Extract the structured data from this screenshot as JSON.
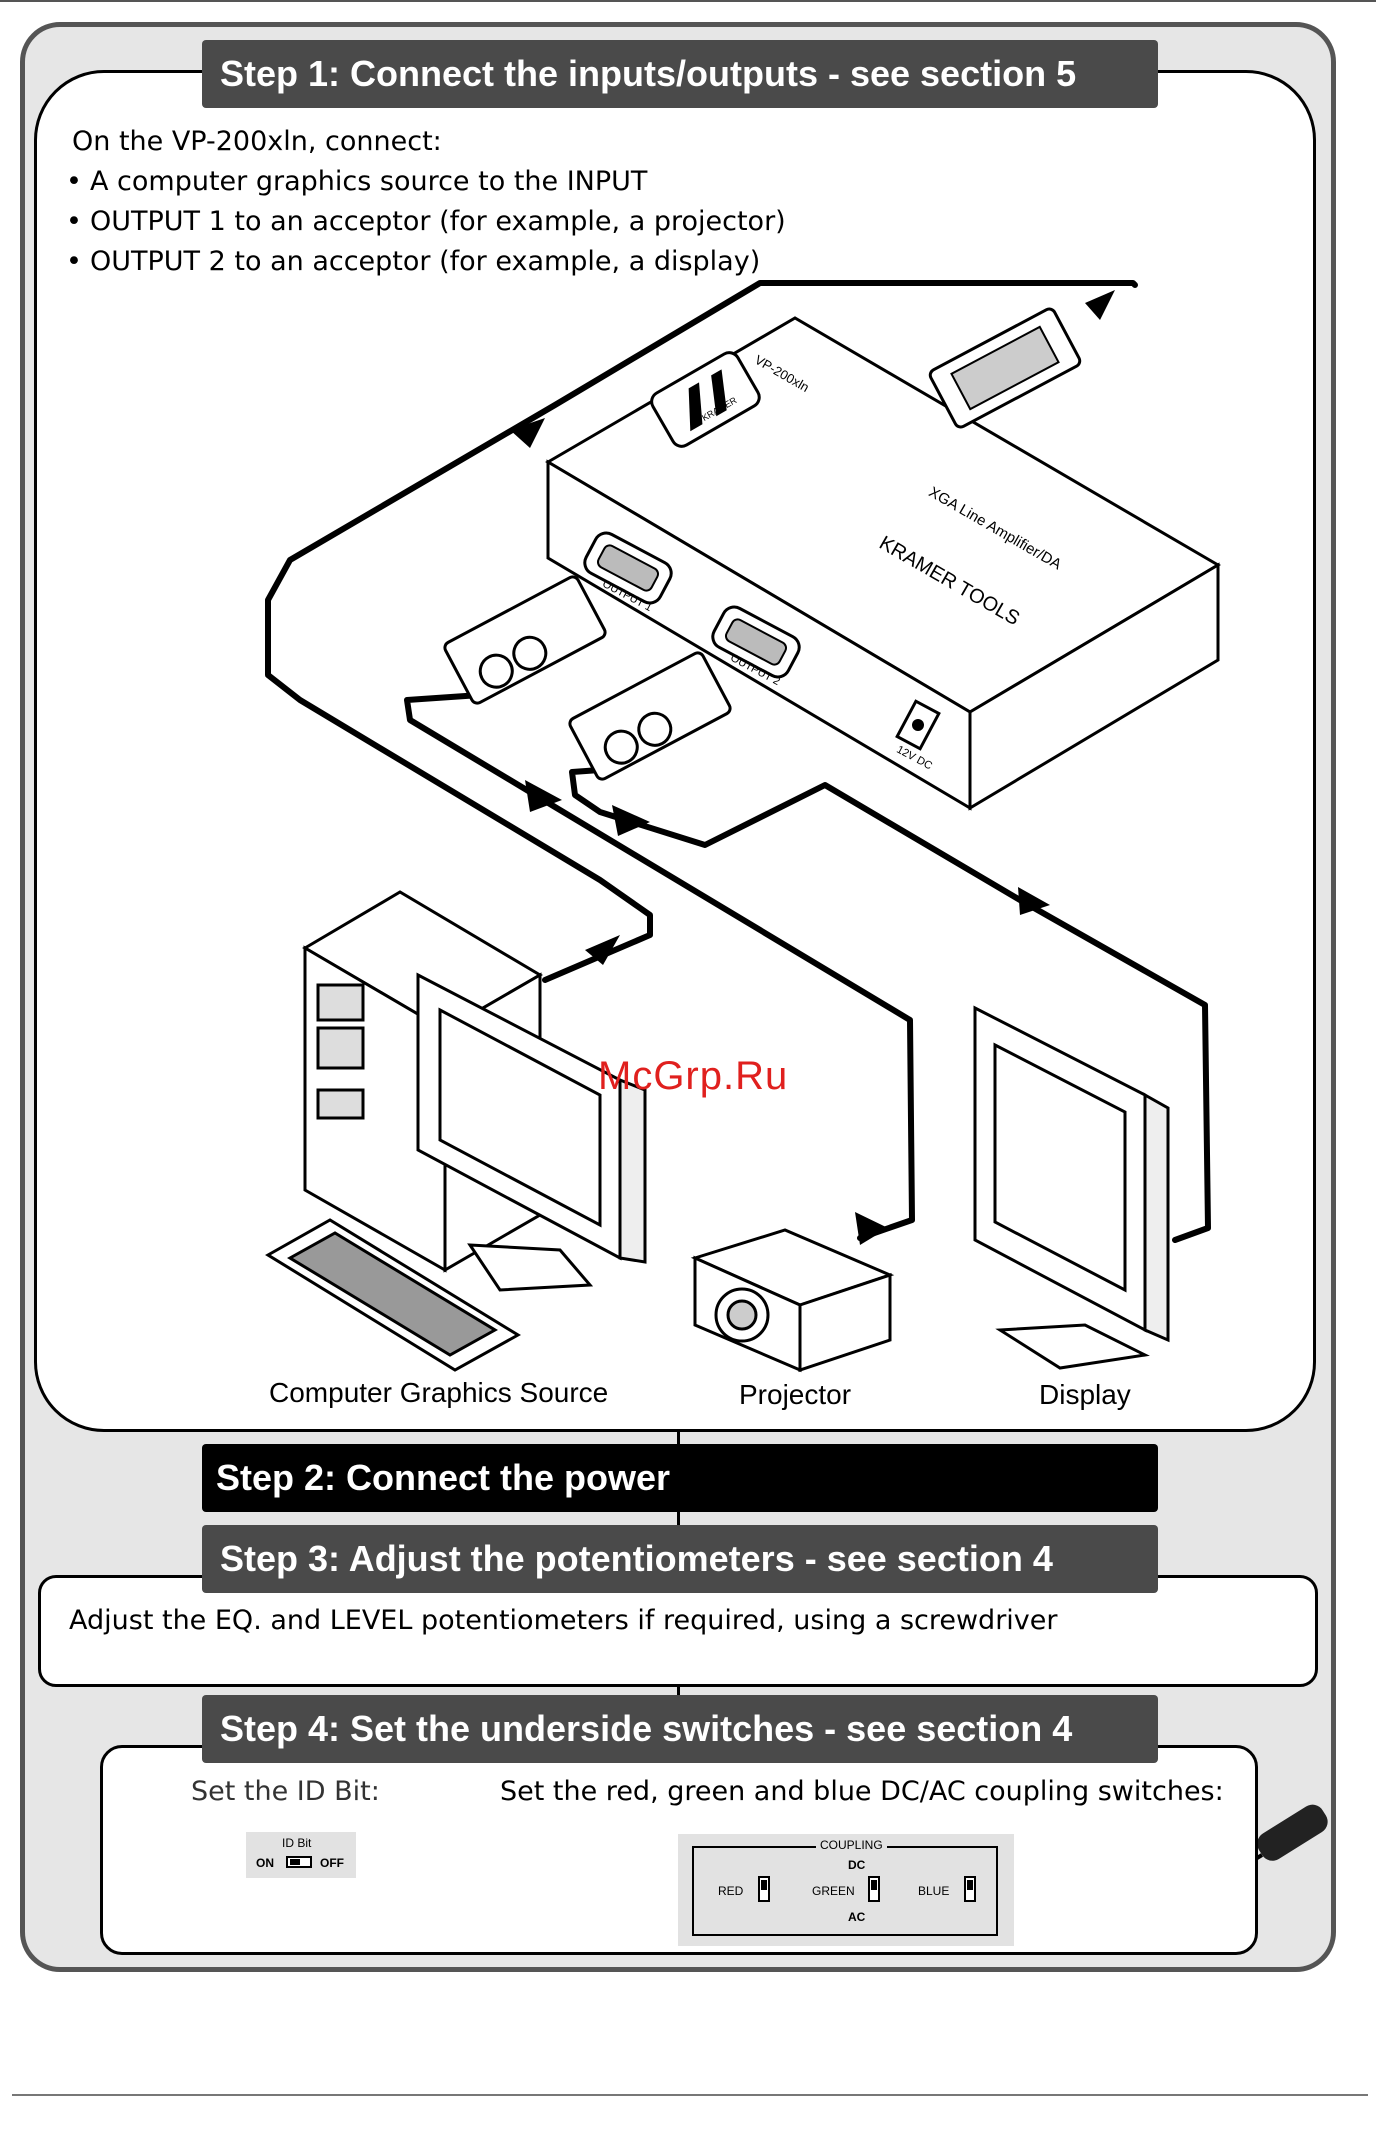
{
  "watermark": "McGrp.Ru",
  "step1": {
    "title": "Step 1: Connect the inputs/outputs - see section 5",
    "intro": "On the VP-200xln, connect:",
    "bullets": [
      "A computer graphics source to the INPUT",
      "OUTPUT 1 to an acceptor (for example, a projector)",
      "OUTPUT 2 to an acceptor (for example, a display)"
    ],
    "device": {
      "brand": "KRAMER",
      "model": "VP-200xln",
      "series": "KRAMER TOOLS",
      "subtitle": "XGA Line Amplifier/DA",
      "output1": "OUTPUT 1",
      "output2": "OUTPUT 2",
      "power": "12V DC"
    },
    "captions": {
      "source": "Computer Graphics Source",
      "projector": "Projector",
      "display": "Display"
    }
  },
  "step2": {
    "title": "Step 2: Connect the power"
  },
  "step3": {
    "title": "Step 3: Adjust the potentiometers  - see section 4",
    "body": "Adjust the EQ. and LEVEL potentiometers if required, using a screwdriver"
  },
  "step4": {
    "title": "Step 4: Set the underside switches  - see section 4",
    "id_label": "Set the ID Bit:",
    "coupling_label": "Set the red, green and blue DC/AC coupling switches:",
    "id_switch": {
      "title": "ID Bit",
      "on": "ON",
      "off": "OFF"
    },
    "coupling": {
      "title": "COUPLING",
      "dc": "DC",
      "ac": "AC",
      "red": "RED",
      "green": "GREEN",
      "blue": "BLUE"
    }
  }
}
